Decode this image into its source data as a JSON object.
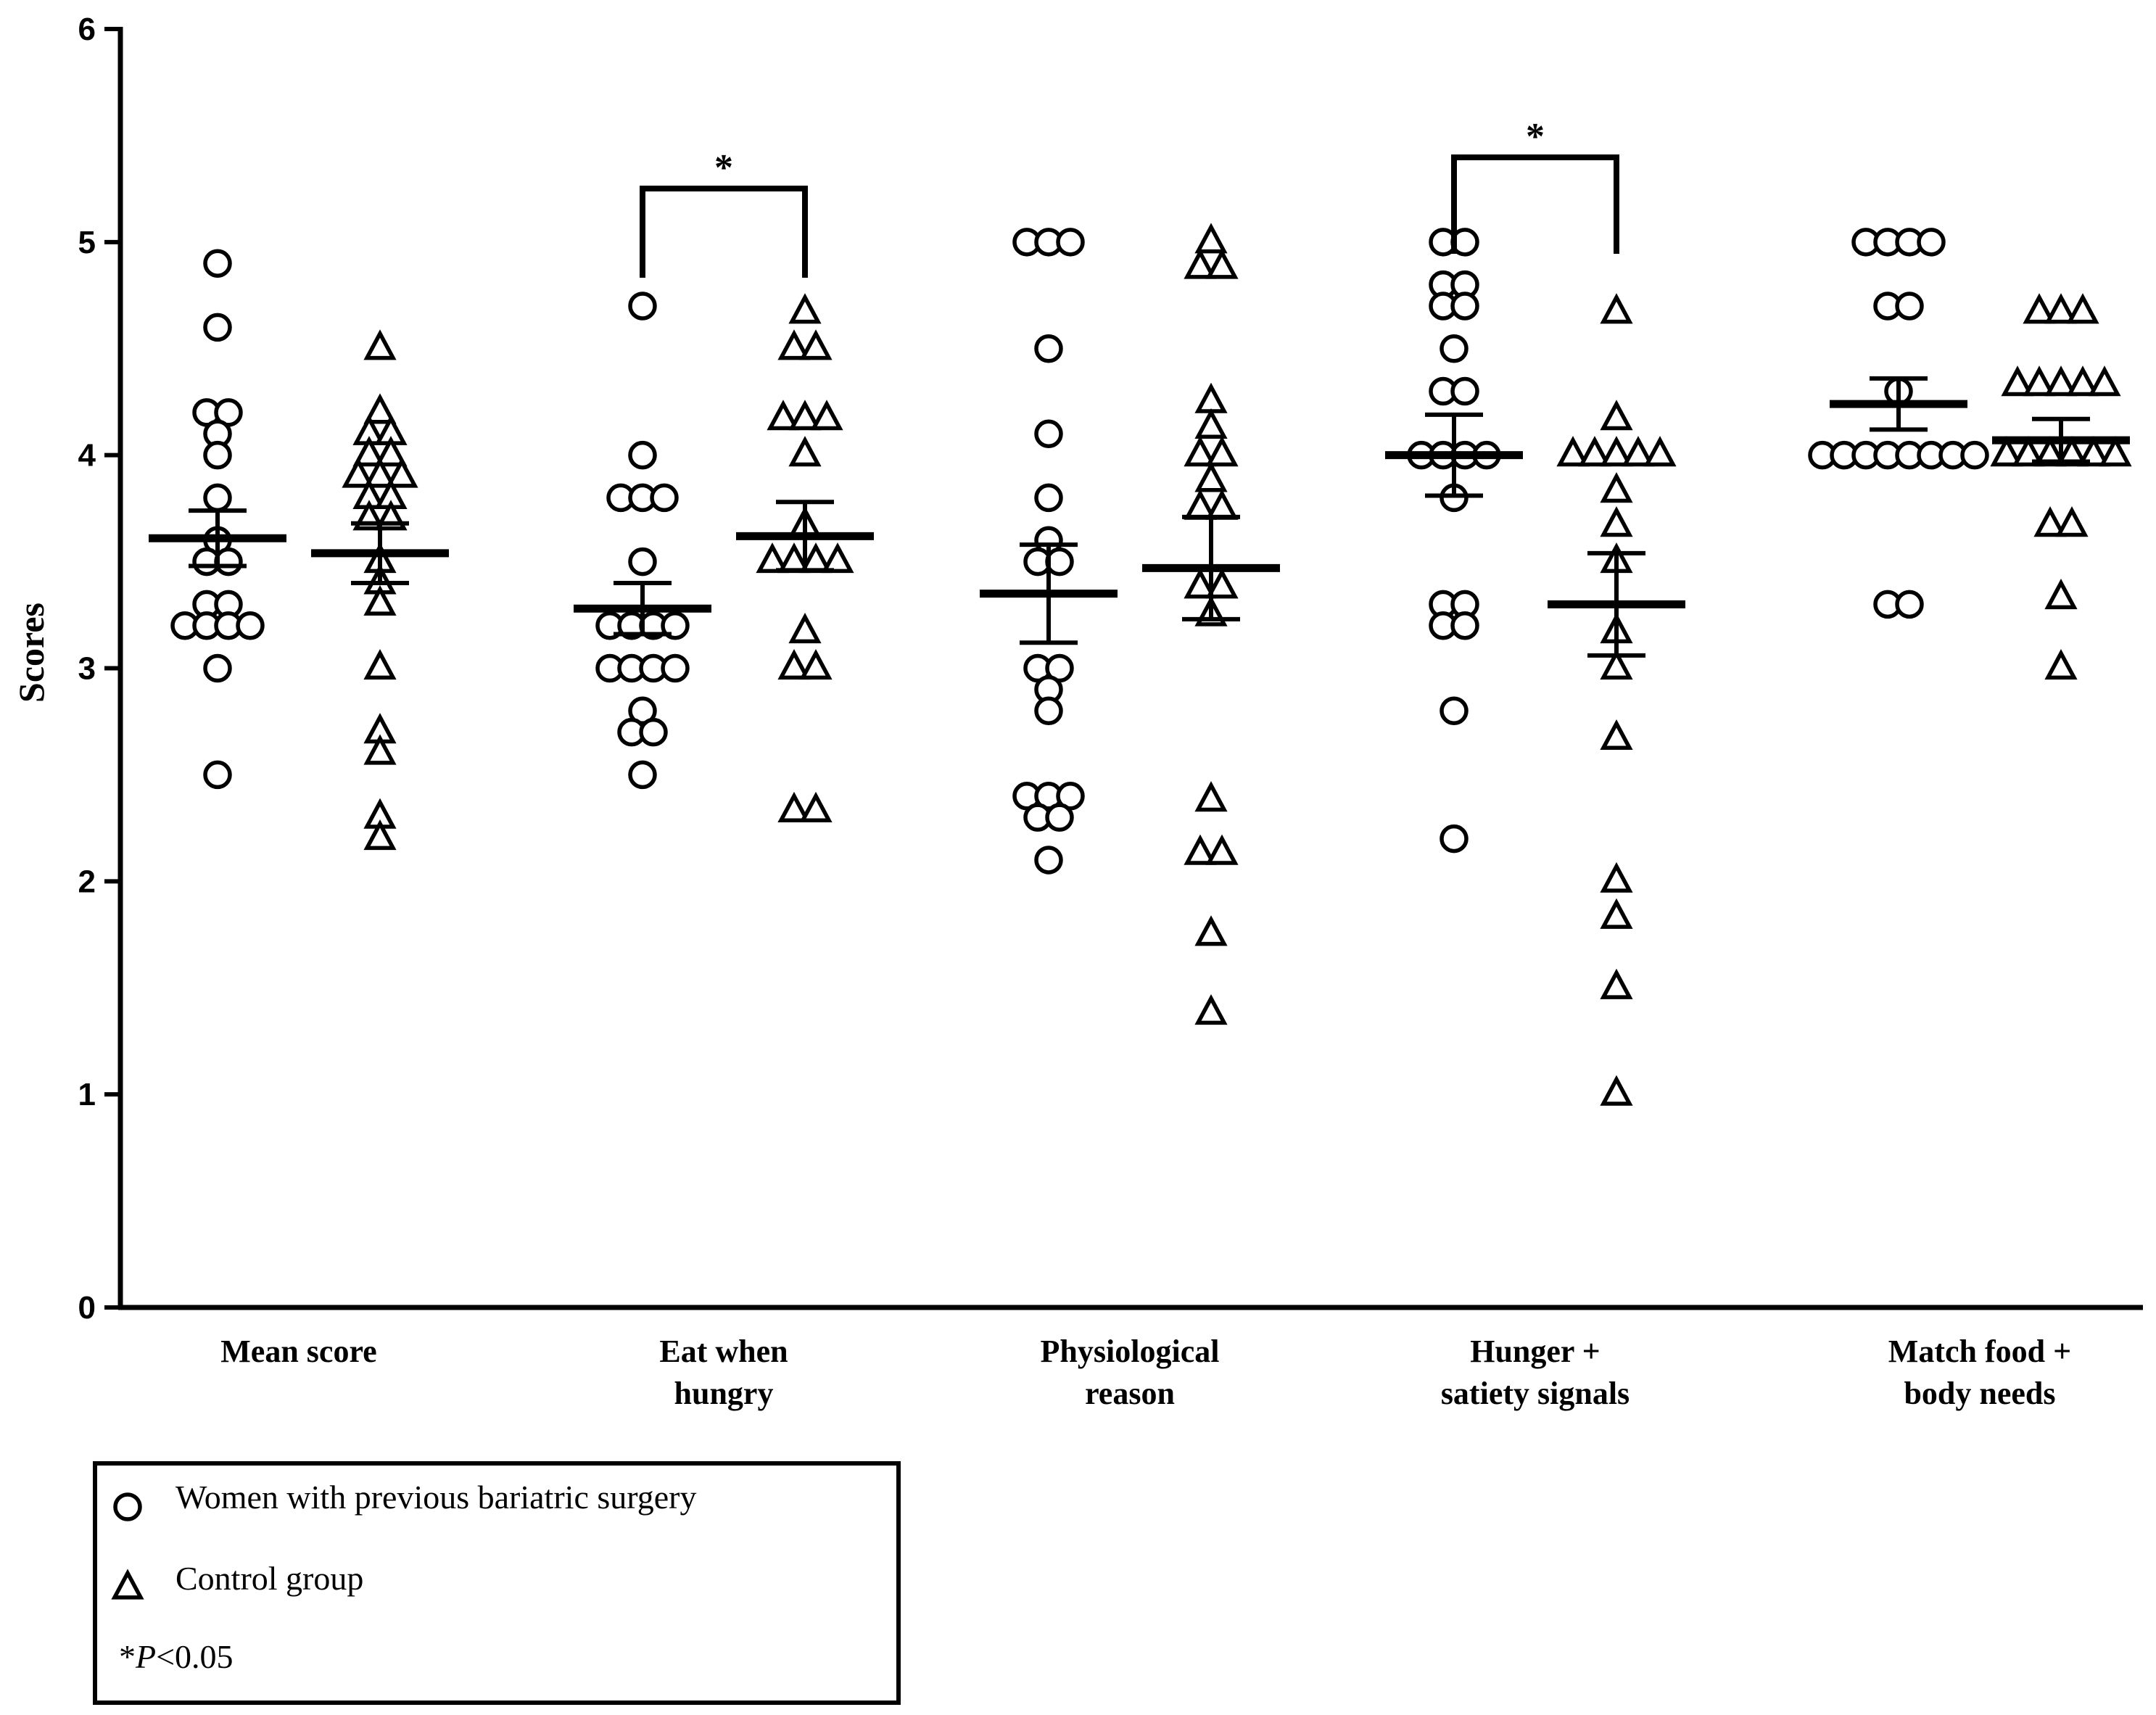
{
  "chart_data": {
    "type": "scatter",
    "ylabel": "Scores",
    "xlabel": "",
    "ylim": [
      0,
      6
    ],
    "yticks": [
      0,
      1,
      2,
      3,
      4,
      5,
      6
    ],
    "grid": false,
    "categories": [
      [
        "Mean score"
      ],
      [
        "Eat when",
        "hungry"
      ],
      [
        "Physiological",
        "reason"
      ],
      [
        "Hunger +",
        "satiety signals"
      ],
      [
        "Match food +",
        "body needs"
      ]
    ],
    "series": [
      {
        "name": "Women with previous bariatric surgery",
        "marker": "circle",
        "points": [
          [
            4.9,
            4.6,
            4.2,
            4.2,
            4.1,
            4.0,
            3.8,
            3.6,
            3.5,
            3.5,
            3.3,
            3.3,
            3.2,
            3.2,
            3.2,
            3.2,
            3.0,
            2.5
          ],
          [
            4.7,
            4.0,
            3.8,
            3.8,
            3.8,
            3.5,
            3.2,
            3.2,
            3.2,
            3.2,
            3.0,
            3.0,
            3.0,
            3.0,
            2.8,
            2.7,
            2.7,
            2.5
          ],
          [
            5.0,
            5.0,
            5.0,
            4.5,
            4.1,
            3.8,
            3.6,
            3.5,
            3.5,
            3.0,
            3.0,
            2.9,
            2.8,
            2.4,
            2.4,
            2.4,
            2.3,
            2.3,
            2.1
          ],
          [
            5.0,
            5.0,
            4.8,
            4.8,
            4.7,
            4.7,
            4.5,
            4.3,
            4.3,
            4.0,
            4.0,
            4.0,
            4.0,
            3.8,
            3.3,
            3.3,
            3.2,
            3.2,
            2.8,
            2.2
          ],
          [
            5.0,
            5.0,
            5.0,
            5.0,
            4.7,
            4.7,
            4.3,
            4.0,
            4.0,
            4.0,
            4.0,
            4.0,
            4.0,
            4.0,
            4.0,
            3.3,
            3.3
          ]
        ],
        "mean": [
          3.61,
          3.28,
          3.35,
          4.0,
          4.24
        ],
        "sem": [
          0.13,
          0.12,
          0.23,
          0.19,
          0.12
        ]
      },
      {
        "name": "Control group",
        "marker": "triangle",
        "points": [
          [
            4.5,
            4.2,
            4.1,
            4.1,
            4.0,
            4.0,
            3.9,
            3.9,
            3.9,
            3.8,
            3.8,
            3.7,
            3.7,
            3.5,
            3.4,
            3.3,
            3.0,
            2.7,
            2.6,
            2.3,
            2.2
          ],
          [
            4.67,
            4.5,
            4.5,
            4.17,
            4.17,
            4.17,
            4.0,
            3.67,
            3.5,
            3.5,
            3.5,
            3.5,
            3.17,
            3.0,
            3.0,
            2.33,
            2.33
          ],
          [
            5.0,
            4.88,
            4.88,
            4.25,
            4.13,
            4.0,
            4.0,
            3.88,
            3.75,
            3.75,
            3.38,
            3.38,
            3.25,
            2.38,
            2.13,
            2.13,
            1.75,
            1.38
          ],
          [
            4.67,
            4.17,
            4.0,
            4.0,
            4.0,
            4.0,
            4.0,
            3.83,
            3.67,
            3.5,
            3.17,
            3.0,
            2.67,
            2.0,
            1.83,
            1.5,
            1.0
          ],
          [
            4.67,
            4.67,
            4.67,
            4.33,
            4.33,
            4.33,
            4.33,
            4.33,
            4.0,
            4.0,
            4.0,
            4.0,
            4.0,
            4.0,
            3.67,
            3.67,
            3.33,
            3.0
          ]
        ],
        "mean": [
          3.54,
          3.62,
          3.47,
          3.3,
          4.07
        ],
        "sem": [
          0.14,
          0.16,
          0.24,
          0.24,
          0.1
        ]
      }
    ],
    "significance": [
      {
        "category_index": 1,
        "label": "*"
      },
      {
        "category_index": 3,
        "label": "*"
      }
    ]
  },
  "legend": {
    "items": [
      {
        "marker": "circle",
        "label": "Women with previous bariatric surgery"
      },
      {
        "marker": "triangle",
        "label": "Control group"
      }
    ],
    "note_prefix": "*",
    "note_p": "P",
    "note_suffix": "<0.05"
  }
}
